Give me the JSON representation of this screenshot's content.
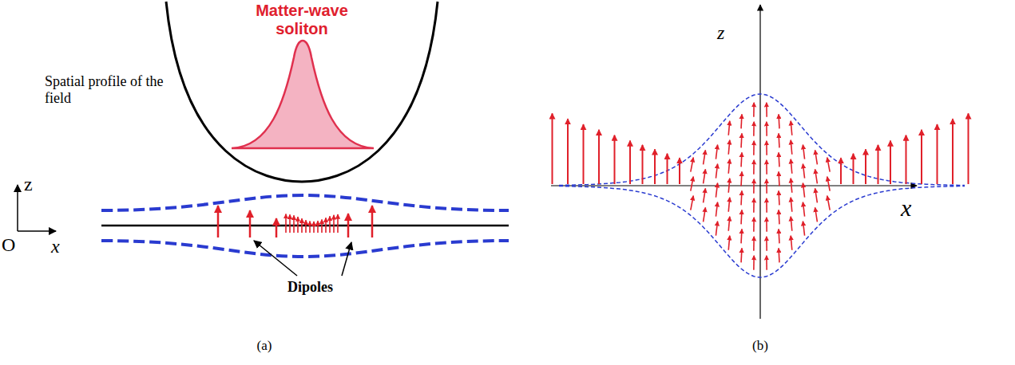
{
  "diagram": {
    "labels": [
      "Matter-wave soliton",
      "Spatial profile of the field",
      "z",
      "O",
      "x",
      "Dipoles",
      "(a)",
      "z",
      "x",
      "(b)"
    ]
  }
}
